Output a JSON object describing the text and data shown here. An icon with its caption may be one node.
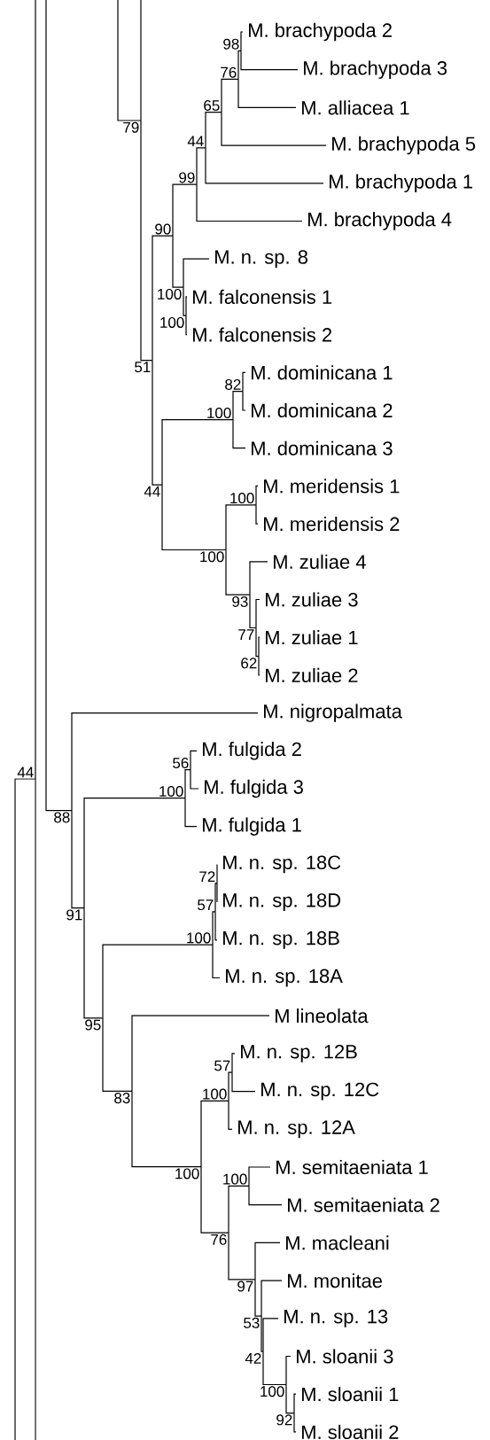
{
  "diagram": {
    "nodes": [
      {
        "text": [
          "79"
        ]
      },
      {
        "text": [
          "51"
        ]
      },
      {
        "text": [
          "90"
        ]
      },
      {
        "text": [
          "99"
        ]
      },
      {
        "text": [
          "44"
        ]
      },
      {
        "text": [
          "65"
        ]
      },
      {
        "text": [
          "76"
        ]
      },
      {
        "text": [
          "98"
        ]
      },
      {
        "text": [
          "M. brachypoda 2"
        ]
      },
      {
        "text": [
          "M. brachypoda 3"
        ]
      },
      {
        "text": [
          "M. alliacea 1"
        ]
      },
      {
        "text": [
          "M. brachypoda 5"
        ]
      },
      {
        "text": [
          "M. brachypoda 1"
        ]
      },
      {
        "text": [
          "M. brachypoda 4"
        ]
      },
      {
        "text": [
          "100"
        ]
      },
      {
        "text": [
          "M. n. sp. 8"
        ]
      },
      {
        "text": [
          "100"
        ]
      },
      {
        "text": [
          "M. falconensis 1"
        ]
      },
      {
        "text": [
          "M. falconensis 2"
        ]
      },
      {
        "text": [
          "44"
        ]
      },
      {
        "text": [
          "100"
        ]
      },
      {
        "text": [
          "82"
        ]
      },
      {
        "text": [
          "M. dominicana 1"
        ]
      },
      {
        "text": [
          "M. dominicana 2"
        ]
      },
      {
        "text": [
          "M. dominicana 3"
        ]
      },
      {
        "text": [
          "100"
        ]
      },
      {
        "text": [
          "100"
        ]
      },
      {
        "text": [
          "M. meridensis 1"
        ]
      },
      {
        "text": [
          "M. meridensis 2"
        ]
      },
      {
        "text": [
          "93"
        ]
      },
      {
        "text": [
          "M. zuliae 4"
        ]
      },
      {
        "text": [
          "77"
        ]
      },
      {
        "text": [
          "M. zuliae 3"
        ]
      },
      {
        "text": [
          "62"
        ]
      },
      {
        "text": [
          "M. zuliae 1"
        ]
      },
      {
        "text": [
          "M. zuliae 2"
        ]
      },
      {
        "text": [
          "44"
        ]
      },
      {
        "text": [
          "88"
        ]
      },
      {
        "text": [
          "M. nigropalmata"
        ]
      },
      {
        "text": [
          "91"
        ]
      },
      {
        "text": [
          "100"
        ]
      },
      {
        "text": [
          "56"
        ]
      },
      {
        "text": [
          "M. fulgida 2"
        ]
      },
      {
        "text": [
          "M. fulgida 3"
        ]
      },
      {
        "text": [
          "M. fulgida 1"
        ]
      },
      {
        "text": [
          "95"
        ]
      },
      {
        "text": [
          "100"
        ]
      },
      {
        "text": [
          "57"
        ]
      },
      {
        "text": [
          "72"
        ]
      },
      {
        "text": [
          "M. n. sp. 18C"
        ]
      },
      {
        "text": [
          "M. n. sp. 18D"
        ]
      },
      {
        "text": [
          "M. n. sp. 18B"
        ]
      },
      {
        "text": [
          "M. n. sp. 18A"
        ]
      },
      {
        "text": [
          "83"
        ]
      },
      {
        "text": [
          "M lineolata"
        ]
      },
      {
        "text": [
          "100"
        ]
      },
      {
        "text": [
          "100"
        ]
      },
      {
        "text": [
          "57"
        ]
      },
      {
        "text": [
          "M. n. sp. 12B"
        ]
      },
      {
        "text": [
          "M. n. sp. 12C"
        ]
      },
      {
        "text": [
          "M. n. sp. 12A"
        ]
      },
      {
        "text": [
          "76"
        ]
      },
      {
        "text": [
          "100"
        ]
      },
      {
        "text": [
          "M. semitaeniata 1"
        ]
      },
      {
        "text": [
          "M. semitaeniata 2"
        ]
      },
      {
        "text": [
          "97"
        ]
      },
      {
        "text": [
          "M. macleani"
        ]
      },
      {
        "text": [
          "53"
        ]
      },
      {
        "text": [
          "M. monitae"
        ]
      },
      {
        "text": [
          "42"
        ]
      },
      {
        "text": [
          "M. n. sp. 13"
        ]
      },
      {
        "text": [
          "100"
        ]
      },
      {
        "text": [
          "M. sloanii 3"
        ]
      },
      {
        "text": [
          "92"
        ]
      },
      {
        "text": [
          "M. sloanii 1"
        ]
      },
      {
        "text": [
          "M. sloanii 2"
        ]
      }
    ],
    "edges": [
      {
        "from": null,
        "to": 0,
        "arrow": "none"
      },
      {
        "from": 0,
        "to": null,
        "arrow": "none"
      },
      {
        "from": 0,
        "to": 1,
        "arrow": "none"
      },
      {
        "from": 1,
        "to": 2,
        "arrow": "none"
      },
      {
        "from": 1,
        "to": 19,
        "arrow": "none"
      },
      {
        "from": 2,
        "to": 3,
        "arrow": "none"
      },
      {
        "from": 2,
        "to": 14,
        "arrow": "none"
      },
      {
        "from": 3,
        "to": 4,
        "arrow": "none"
      },
      {
        "from": 3,
        "to": 13,
        "arrow": "none"
      },
      {
        "from": 4,
        "to": 5,
        "arrow": "none"
      },
      {
        "from": 4,
        "to": 12,
        "arrow": "none"
      },
      {
        "from": 5,
        "to": 6,
        "arrow": "none"
      },
      {
        "from": 5,
        "to": 11,
        "arrow": "none"
      },
      {
        "from": 6,
        "to": 7,
        "arrow": "none"
      },
      {
        "from": 6,
        "to": 10,
        "arrow": "none"
      },
      {
        "from": 7,
        "to": 8,
        "arrow": "none"
      },
      {
        "from": 7,
        "to": 9,
        "arrow": "none"
      },
      {
        "from": 14,
        "to": 15,
        "arrow": "none"
      },
      {
        "from": 14,
        "to": 16,
        "arrow": "none"
      },
      {
        "from": 16,
        "to": 17,
        "arrow": "none"
      },
      {
        "from": 16,
        "to": 18,
        "arrow": "none"
      },
      {
        "from": 19,
        "to": 20,
        "arrow": "none"
      },
      {
        "from": 19,
        "to": 25,
        "arrow": "none"
      },
      {
        "from": 20,
        "to": 21,
        "arrow": "none"
      },
      {
        "from": 20,
        "to": 24,
        "arrow": "none"
      },
      {
        "from": 21,
        "to": 22,
        "arrow": "none"
      },
      {
        "from": 21,
        "to": 23,
        "arrow": "none"
      },
      {
        "from": 25,
        "to": 26,
        "arrow": "none"
      },
      {
        "from": 25,
        "to": 29,
        "arrow": "none"
      },
      {
        "from": 26,
        "to": 27,
        "arrow": "none"
      },
      {
        "from": 26,
        "to": 28,
        "arrow": "none"
      },
      {
        "from": 29,
        "to": 30,
        "arrow": "none"
      },
      {
        "from": 29,
        "to": 31,
        "arrow": "none"
      },
      {
        "from": 31,
        "to": 32,
        "arrow": "none"
      },
      {
        "from": 31,
        "to": 33,
        "arrow": "none"
      },
      {
        "from": 33,
        "to": 34,
        "arrow": "none"
      },
      {
        "from": 33,
        "to": 35,
        "arrow": "none"
      },
      {
        "from": null,
        "to": 36,
        "arrow": "none"
      },
      {
        "from": 36,
        "to": null,
        "arrow": "none"
      },
      {
        "from": 36,
        "to": null,
        "arrow": "none"
      },
      {
        "from": null,
        "to": 37,
        "arrow": "none"
      },
      {
        "from": 37,
        "to": 38,
        "arrow": "none"
      },
      {
        "from": 37,
        "to": 39,
        "arrow": "none"
      },
      {
        "from": 39,
        "to": 40,
        "arrow": "none"
      },
      {
        "from": 39,
        "to": 45,
        "arrow": "none"
      },
      {
        "from": 40,
        "to": 41,
        "arrow": "none"
      },
      {
        "from": 40,
        "to": 44,
        "arrow": "none"
      },
      {
        "from": 41,
        "to": 42,
        "arrow": "none"
      },
      {
        "from": 41,
        "to": 43,
        "arrow": "none"
      },
      {
        "from": 45,
        "to": 46,
        "arrow": "none"
      },
      {
        "from": 45,
        "to": 53,
        "arrow": "none"
      },
      {
        "from": 46,
        "to": 47,
        "arrow": "none"
      },
      {
        "from": 46,
        "to": 52,
        "arrow": "none"
      },
      {
        "from": 47,
        "to": 48,
        "arrow": "none"
      },
      {
        "from": 47,
        "to": 51,
        "arrow": "none"
      },
      {
        "from": 48,
        "to": 49,
        "arrow": "none"
      },
      {
        "from": 48,
        "to": 50,
        "arrow": "none"
      },
      {
        "from": 53,
        "to": 54,
        "arrow": "none"
      },
      {
        "from": 53,
        "to": 55,
        "arrow": "none"
      },
      {
        "from": 55,
        "to": 56,
        "arrow": "none"
      },
      {
        "from": 55,
        "to": 61,
        "arrow": "none"
      },
      {
        "from": 56,
        "to": 57,
        "arrow": "none"
      },
      {
        "from": 56,
        "to": 60,
        "arrow": "none"
      },
      {
        "from": 57,
        "to": 58,
        "arrow": "none"
      },
      {
        "from": 57,
        "to": 59,
        "arrow": "none"
      },
      {
        "from": 61,
        "to": 62,
        "arrow": "none"
      },
      {
        "from": 61,
        "to": 65,
        "arrow": "none"
      },
      {
        "from": 62,
        "to": 63,
        "arrow": "none"
      },
      {
        "from": 62,
        "to": 64,
        "arrow": "none"
      },
      {
        "from": 65,
        "to": 66,
        "arrow": "none"
      },
      {
        "from": 65,
        "to": 67,
        "arrow": "none"
      },
      {
        "from": 67,
        "to": 68,
        "arrow": "none"
      },
      {
        "from": 67,
        "to": 69,
        "arrow": "none"
      },
      {
        "from": 69,
        "to": 70,
        "arrow": "none"
      },
      {
        "from": 69,
        "to": 71,
        "arrow": "none"
      },
      {
        "from": 71,
        "to": 72,
        "arrow": "none"
      },
      {
        "from": 71,
        "to": 73,
        "arrow": "none"
      },
      {
        "from": 73,
        "to": 74,
        "arrow": "none"
      },
      {
        "from": 73,
        "to": 75,
        "arrow": "none"
      }
    ]
  }
}
